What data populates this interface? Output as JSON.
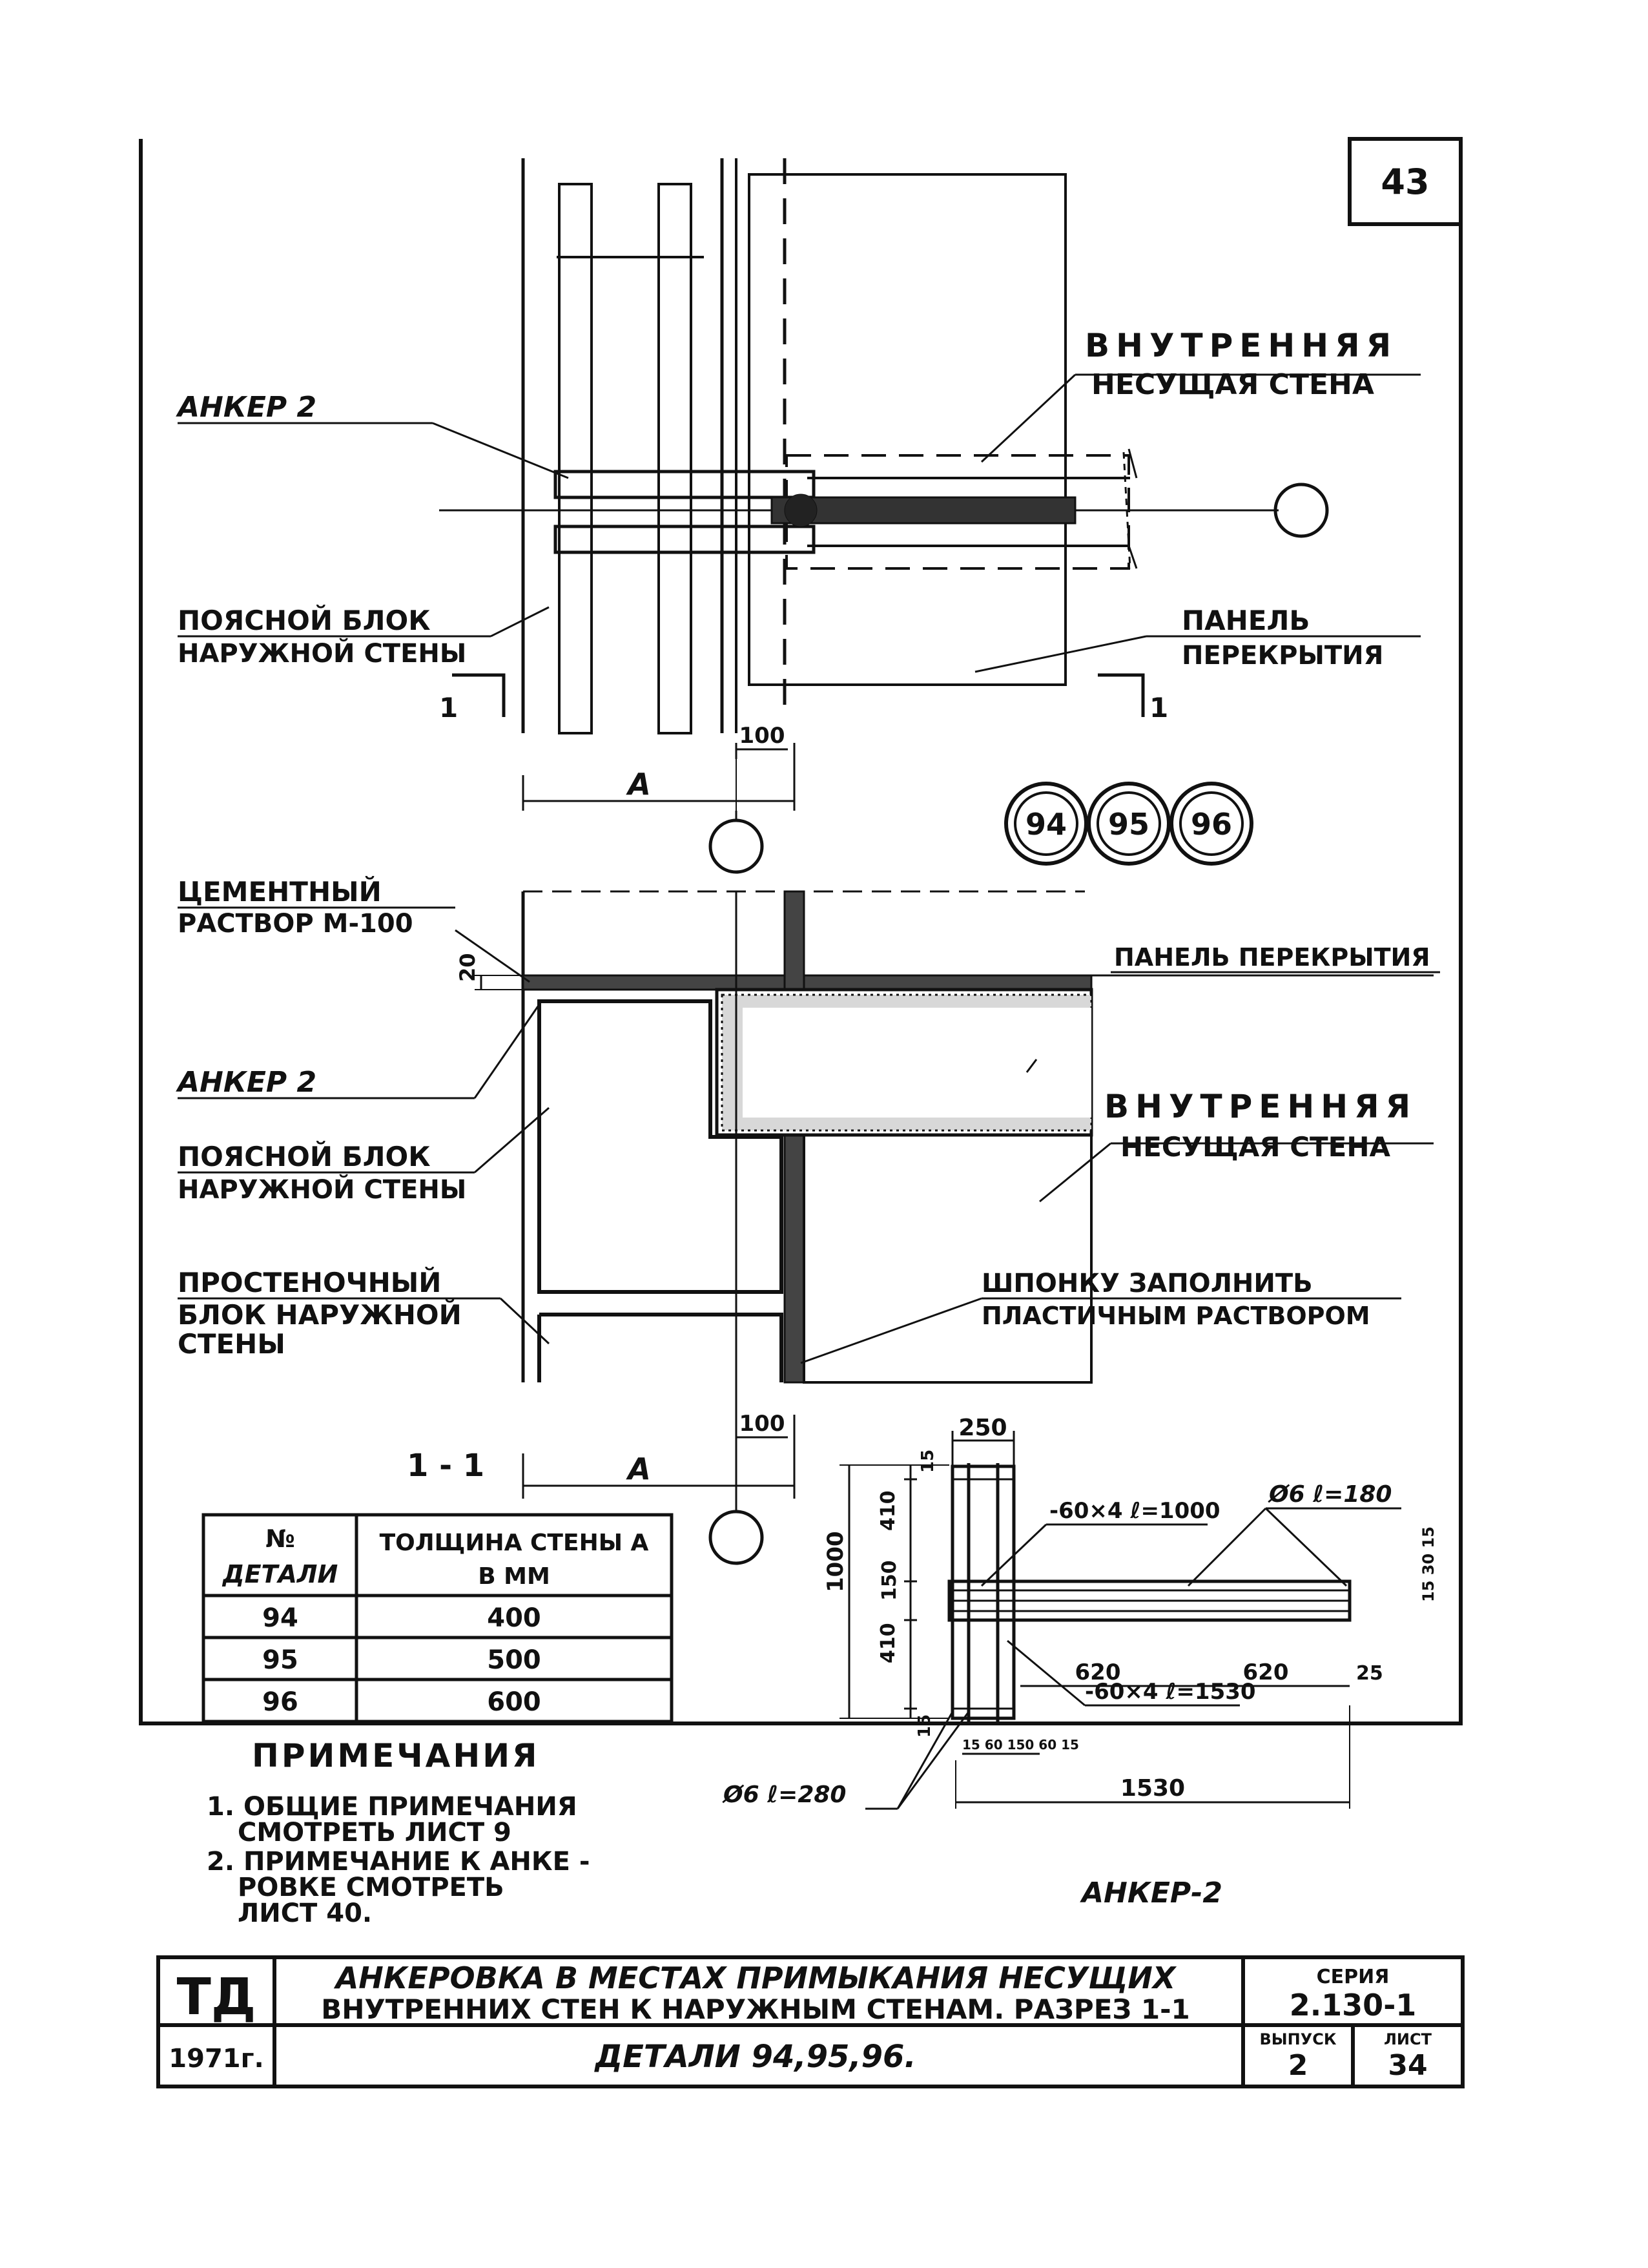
{
  "sheet_number": "43",
  "top_view": {
    "label_inner_wall_1": "ВНУТРЕННЯЯ",
    "label_inner_wall_2": "НЕСУЩАЯ СТЕНА",
    "label_anchor": "АНКЕР 2",
    "label_belt_block_1": "ПОЯСНОЙ БЛОК",
    "label_belt_block_2": "НАРУЖНОЙ СТЕНЫ",
    "label_panel_1": "ПАНЕЛЬ",
    "label_panel_2": "ПЕРЕКРЫТИЯ",
    "section_mark_left": "1",
    "section_mark_right": "1",
    "dim_100": "100",
    "dim_A": "А"
  },
  "detail_circles": [
    "94",
    "95",
    "96"
  ],
  "section_view": {
    "label_mortar_1": "ЦЕМЕНТНЫЙ",
    "label_mortar_2": "РАСТВОР М-100",
    "dim_20": "20",
    "label_panel": "ПАНЕЛЬ ПЕРЕКРЫТИЯ",
    "label_anchor": "АНКЕР 2",
    "label_inner_wall_1": "ВНУТРЕННЯЯ",
    "label_inner_wall_2": "НЕСУЩАЯ СТЕНА",
    "label_belt_block_1": "ПОЯСНОЙ БЛОК",
    "label_belt_block_2": "НАРУЖНОЙ СТЕНЫ",
    "label_pier_1": "ПРОСТЕНОЧНЫЙ",
    "label_pier_2": "БЛОК НАРУЖНОЙ",
    "label_pier_3": "СТЕНЫ",
    "label_key_1": "ШПОНКУ ЗАПОЛНИТЬ",
    "label_key_2": "ПЛАСТИЧНЫМ РАСТВОРОМ",
    "dim_100": "100",
    "dim_A": "А",
    "section_title": "1 - 1"
  },
  "table": {
    "header_col1_1": "№",
    "header_col1_2": "ДЕТАЛИ",
    "header_col2_1": "ТОЛЩИНА СТЕНЫ А",
    "header_col2_2": "В ММ",
    "rows": [
      {
        "detail": "94",
        "thickness": "400"
      },
      {
        "detail": "95",
        "thickness": "500"
      },
      {
        "detail": "96",
        "thickness": "600"
      }
    ]
  },
  "notes": {
    "title": "ПРИМЕЧАНИЯ",
    "n1_1": "1. ОБЩИЕ ПРИМЕЧАНИЯ",
    "n1_2": "СМОТРЕТЬ ЛИСТ 9",
    "n2_1": "2. ПРИМЕЧАНИЕ К АНКЕ -",
    "n2_2": "РОВКЕ СМОТРЕТЬ",
    "n2_3": "ЛИСТ 40."
  },
  "anchor_detail": {
    "title": "АНКЕР-2",
    "dim_250": "250",
    "dim_15_top": "15",
    "dim_410_top": "410",
    "dim_150": "150",
    "dim_410_bottom": "410",
    "dim_15_bottom": "15",
    "dim_1000": "1000",
    "bar_top": "Ø6 ℓ=180",
    "strip_top": "-60×4 ℓ=1000",
    "strip_bottom": "-60×4 ℓ=1530",
    "bar_bottom": "Ø6 ℓ=280",
    "dim_620_left": "620",
    "dim_620_right": "620",
    "dim_25": "25",
    "dim_1530": "1530",
    "dims_right": "15 30 15",
    "dims_bottom_small": "15 60 150 60 15"
  },
  "title_block": {
    "org": "ТД",
    "year": "1971г.",
    "title_1": "АНКЕРОВКА В МЕСТАХ ПРИМЫКАНИЯ НЕСУЩИХ",
    "title_2": "ВНУТРЕННИХ СТЕН К НАРУЖНЫМ СТЕНАМ. РАЗРЕЗ 1-1",
    "title_3": "ДЕТАЛИ 94,95,96.",
    "series_label": "СЕРИЯ",
    "series_value": "2.130-1",
    "issue_label": "ВЫПУСК",
    "issue_value": "2",
    "sheet_label": "ЛИСТ",
    "sheet_value": "34"
  }
}
